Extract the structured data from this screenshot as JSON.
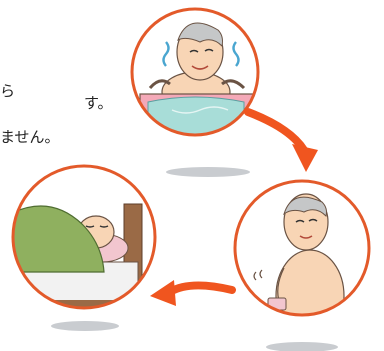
{
  "text_fragments": [
    "ら",
    "す。",
    "ません。"
  ],
  "illustration_panels": [
    {
      "name": "bath-scene",
      "label": ""
    },
    {
      "name": "after-bath-scene",
      "label": ""
    },
    {
      "name": "bed-scene",
      "label": ""
    }
  ],
  "colors": {
    "circle_border": "#e35a2a",
    "circle_fill": "#ffffff",
    "arrow": "#f0551f",
    "shadow": "#c9ccd0",
    "skin": "#f8d5b5",
    "hair": "#c5c7c8",
    "water": "#a8ddd8",
    "tub": "#f4a9b8",
    "steam": "#4aa6d0",
    "blanket": "#8fb05f",
    "pillow": "#f2c6cf",
    "bed_frame": "#9a6a46",
    "sheet": "#f2f2f2"
  }
}
